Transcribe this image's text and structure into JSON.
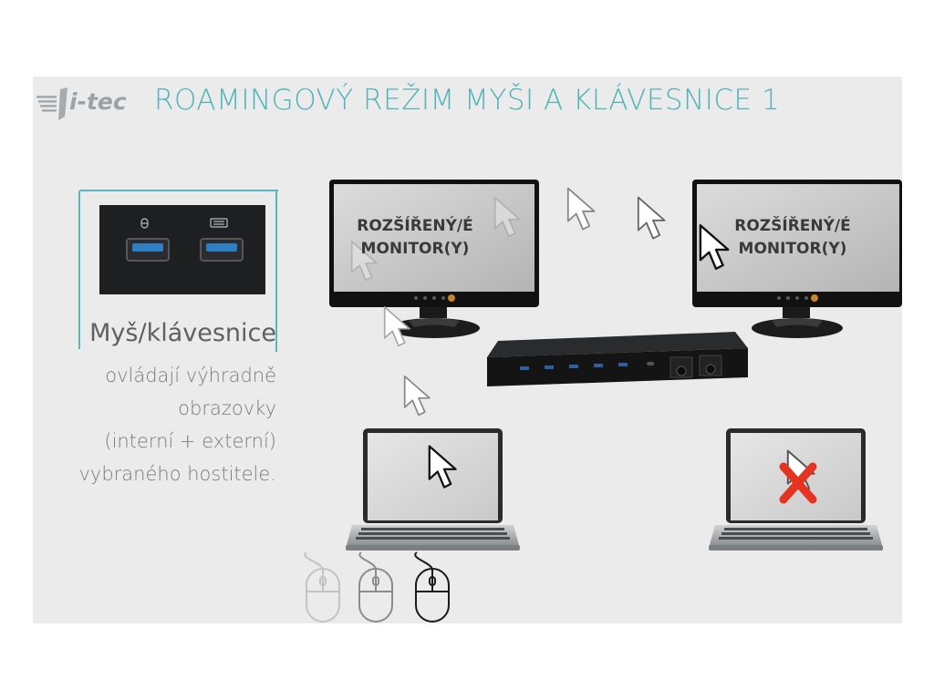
{
  "logo": {
    "text": "i-tec"
  },
  "title": "ROAMINGOVÝ REŽIM MYŠI A KLÁVESNICE 1",
  "left_panel": {
    "heading": "Myš/klávesnice",
    "lines": [
      "ovládají výhradně",
      "obrazovky",
      "(interní + externí)",
      "vybraného hostitele."
    ]
  },
  "monitors": [
    {
      "line1": "ROZŠÍŘENÝ/É",
      "line2": "MONITOR(Y)"
    },
    {
      "line1": "ROZŠÍŘENÝ/É",
      "line2": "MONITOR(Y)"
    }
  ],
  "colors": {
    "accent": "#4fb3b8",
    "cross": "#e53322",
    "usb_blue": "#2f7ec4"
  },
  "icons": [
    "mouse-icon",
    "keyboard-icon",
    "cursor-icon",
    "cross-icon",
    "dock-icon",
    "laptop-icon"
  ]
}
